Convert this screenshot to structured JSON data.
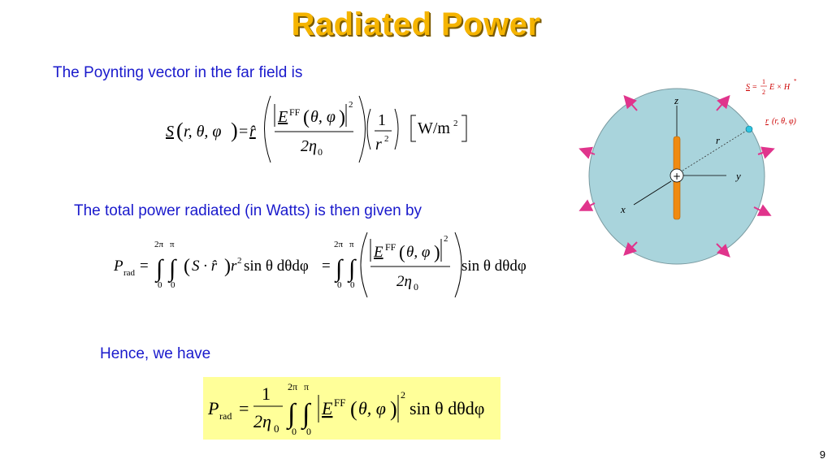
{
  "slide": {
    "title": "Radiated Power",
    "page_number": "9"
  },
  "captions": {
    "poynting": "The Poynting vector in the far field is",
    "total_power": "The total power radiated  (in Watts) is then given by",
    "hence": "Hence, we have"
  },
  "equation1": {
    "S": "S",
    "args": "r, θ, φ",
    "equals": "=",
    "rhat": "r̂",
    "E": "E",
    "FF": "FF",
    "Eargs": "θ, φ",
    "sq": "2",
    "den": "2η",
    "den_sub": "0",
    "one": "1",
    "r": "r",
    "unit": "W/m",
    "unit_sup": "2"
  },
  "equation2": {
    "P": "P",
    "sub": "rad",
    "lim_upper_outer": "2π",
    "lim_upper_inner": "π",
    "lim_lower": "0",
    "mid_expr": "S · r̂",
    "r2": "r",
    "sin_term": "sin θ dθdφ",
    "equals": "="
  },
  "equation3": {
    "P": "P",
    "sub": "rad",
    "one": "1",
    "den": "2η",
    "den_sub": "0",
    "lim_upper_outer": "2π",
    "lim_upper_inner": "π",
    "lim_lower": "0",
    "E": "E",
    "FF": "FF",
    "Eargs": "θ, φ",
    "sq": "2",
    "sin_term": "sin θ dθdφ"
  },
  "diagram": {
    "z": "z",
    "y": "y",
    "x": "x",
    "r": "r",
    "plus": "+",
    "S_formula_S": "S",
    "S_formula_half_num": "1",
    "S_formula_half_den": "2",
    "S_formula_rest": "E × H",
    "S_formula_star": "*",
    "r_label": "r",
    "r_label_args": "(r, θ, φ)",
    "colors": {
      "sphere": "#a9d4dc",
      "dipole": "#f08a10",
      "arrow": "#e0348c",
      "point": "#2ec4e0",
      "formula_red": "#cc0000"
    }
  }
}
